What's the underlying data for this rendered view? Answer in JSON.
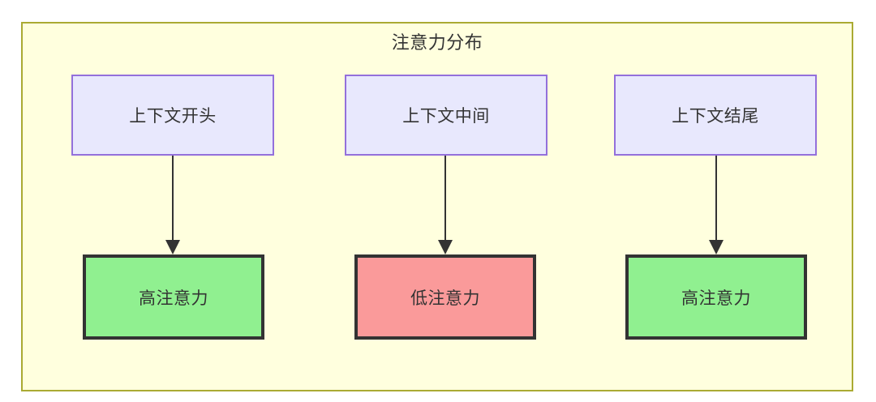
{
  "diagram": {
    "title": "注意力分布",
    "background_color": "#ffffde",
    "border_color": "#aaaa33",
    "source_node_fill": "#e8e8fd",
    "source_node_border": "#9370db",
    "high_attention_fill": "#90f090",
    "low_attention_fill": "#fa9a9a",
    "result_node_border": "#333333",
    "arrow_color": "#333333"
  },
  "columns": [
    {
      "source": {
        "label": "上下文开头"
      },
      "result": {
        "label": "高注意力",
        "state": "high"
      }
    },
    {
      "source": {
        "label": "上下文中间"
      },
      "result": {
        "label": "低注意力",
        "state": "low"
      }
    },
    {
      "source": {
        "label": "上下文结尾"
      },
      "result": {
        "label": "高注意力",
        "state": "high"
      }
    }
  ]
}
